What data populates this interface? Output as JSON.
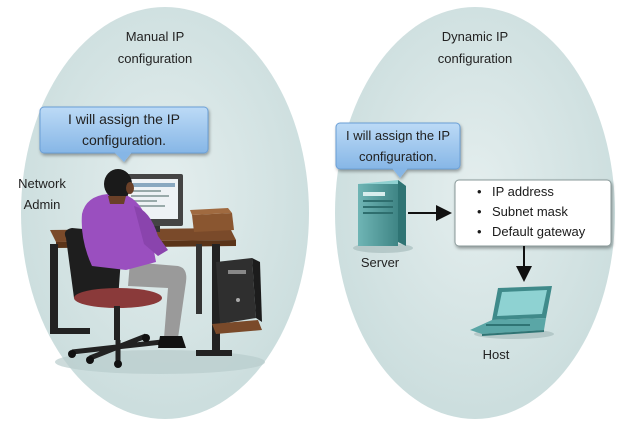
{
  "manual": {
    "title_line1": "Manual IP",
    "title_line2": "configuration",
    "bubble_line1": "I will assign the IP",
    "bubble_line2": "configuration.",
    "role_line1": "Network",
    "role_line2": "Admin"
  },
  "dynamic": {
    "title_line1": "Dynamic IP",
    "title_line2": "configuration",
    "bubble_line1": "I will assign the IP",
    "bubble_line2": "configuration.",
    "server_label": "Server",
    "host_label": "Host",
    "config_items": [
      "IP address",
      "Subnet mask",
      "Default gateway"
    ]
  },
  "colors": {
    "ellipse_fill": "#d3e3e3",
    "bubble_fill": "#9ec7ee",
    "server_teal": "#4f9e9e",
    "laptop_teal": "#5aa6a6",
    "shirt_purple": "#9a4fbf",
    "desk_brown": "#7a4a2a"
  }
}
